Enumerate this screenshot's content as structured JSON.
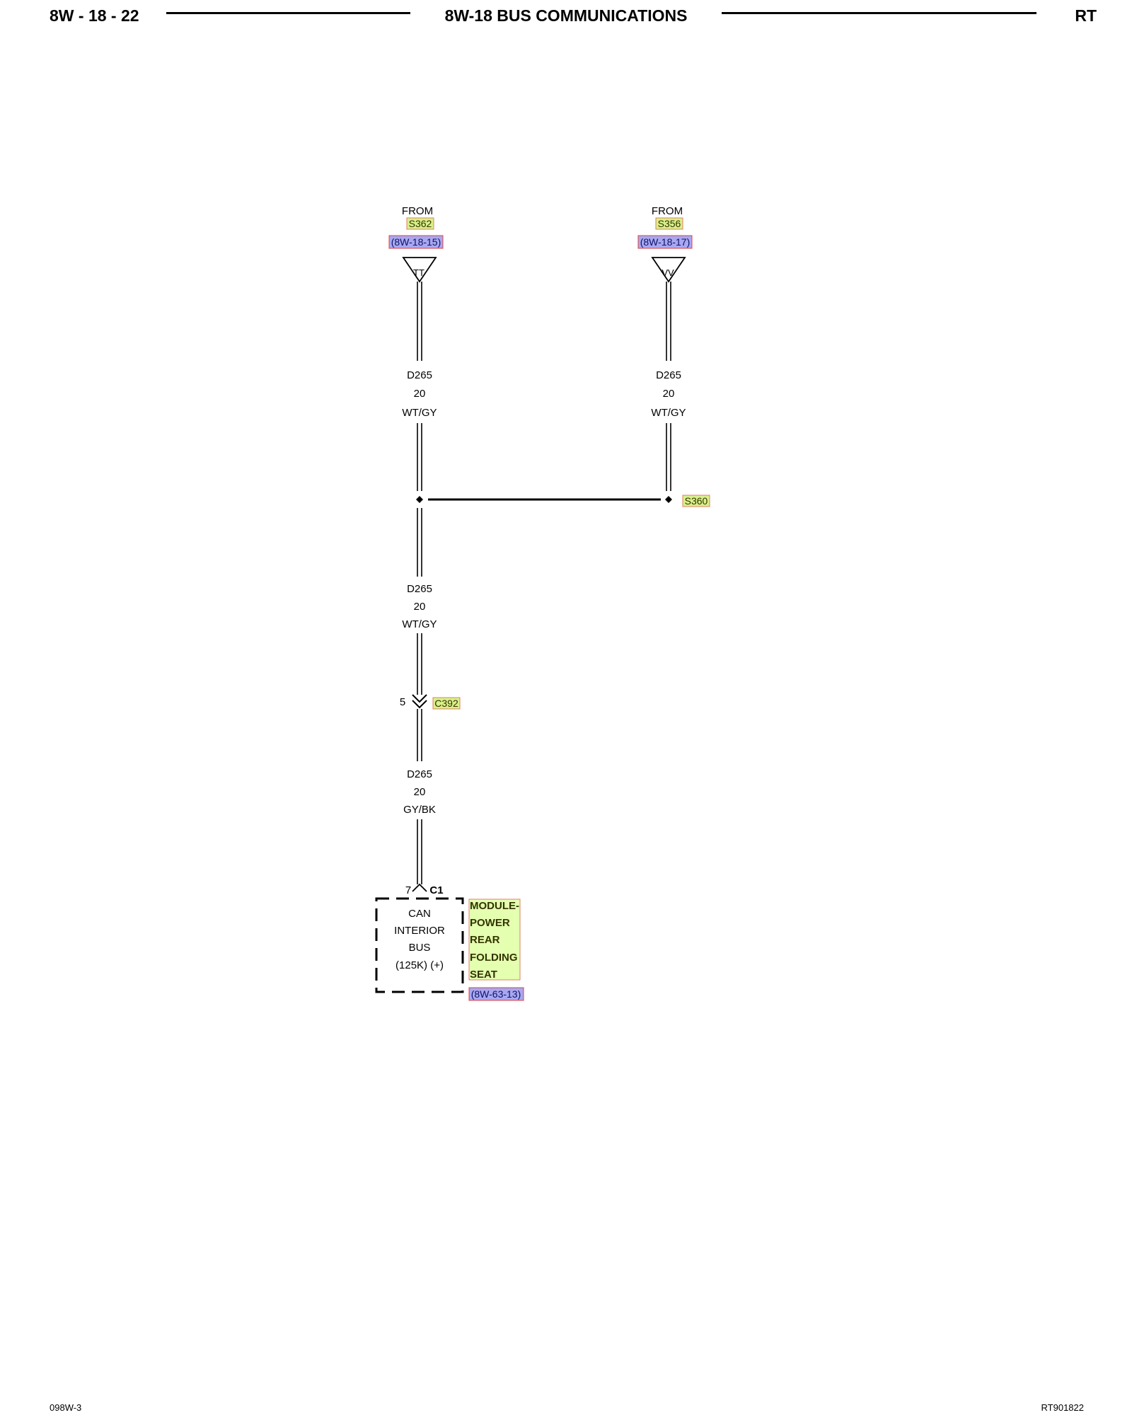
{
  "header": {
    "page_id": "8W - 18 - 22",
    "title": "8W-18 BUS COMMUNICATIONS",
    "model": "RT"
  },
  "footer": {
    "left": "098W-3",
    "right": "RT901822"
  },
  "colors": {
    "splice_highlight": "#d8f08a",
    "splice_border": "#e08060",
    "page_ref_highlight": "#a8a8f0",
    "page_ref_border": "#e04040",
    "component_highlight": "#e4ffb0"
  },
  "left_source": {
    "from_label": "FROM",
    "splice": "S362",
    "page_ref": "(8W-18-15)",
    "symbol": "TT"
  },
  "right_source": {
    "from_label": "FROM",
    "splice": "S356",
    "page_ref": "(8W-18-17)",
    "symbol": "VV"
  },
  "wires": {
    "left_top": {
      "circuit": "D265",
      "gauge": "20",
      "color": "WT/GY"
    },
    "right_top": {
      "circuit": "D265",
      "gauge": "20",
      "color": "WT/GY"
    },
    "middle": {
      "circuit": "D265",
      "gauge": "20",
      "color": "WT/GY"
    },
    "bottom": {
      "circuit": "D265",
      "gauge": "20",
      "color": "GY/BK"
    }
  },
  "splice_junction": {
    "name": "S360"
  },
  "connector": {
    "pin": "5",
    "name": "C392"
  },
  "module_connector": {
    "pin": "7",
    "name": "C1"
  },
  "module_box": {
    "lines": [
      "CAN",
      "INTERIOR",
      "BUS",
      "(125K) (+)"
    ]
  },
  "component": {
    "lines": [
      "MODULE-",
      "POWER",
      "REAR",
      "FOLDING",
      "SEAT"
    ],
    "page_ref": "(8W-63-13)"
  }
}
